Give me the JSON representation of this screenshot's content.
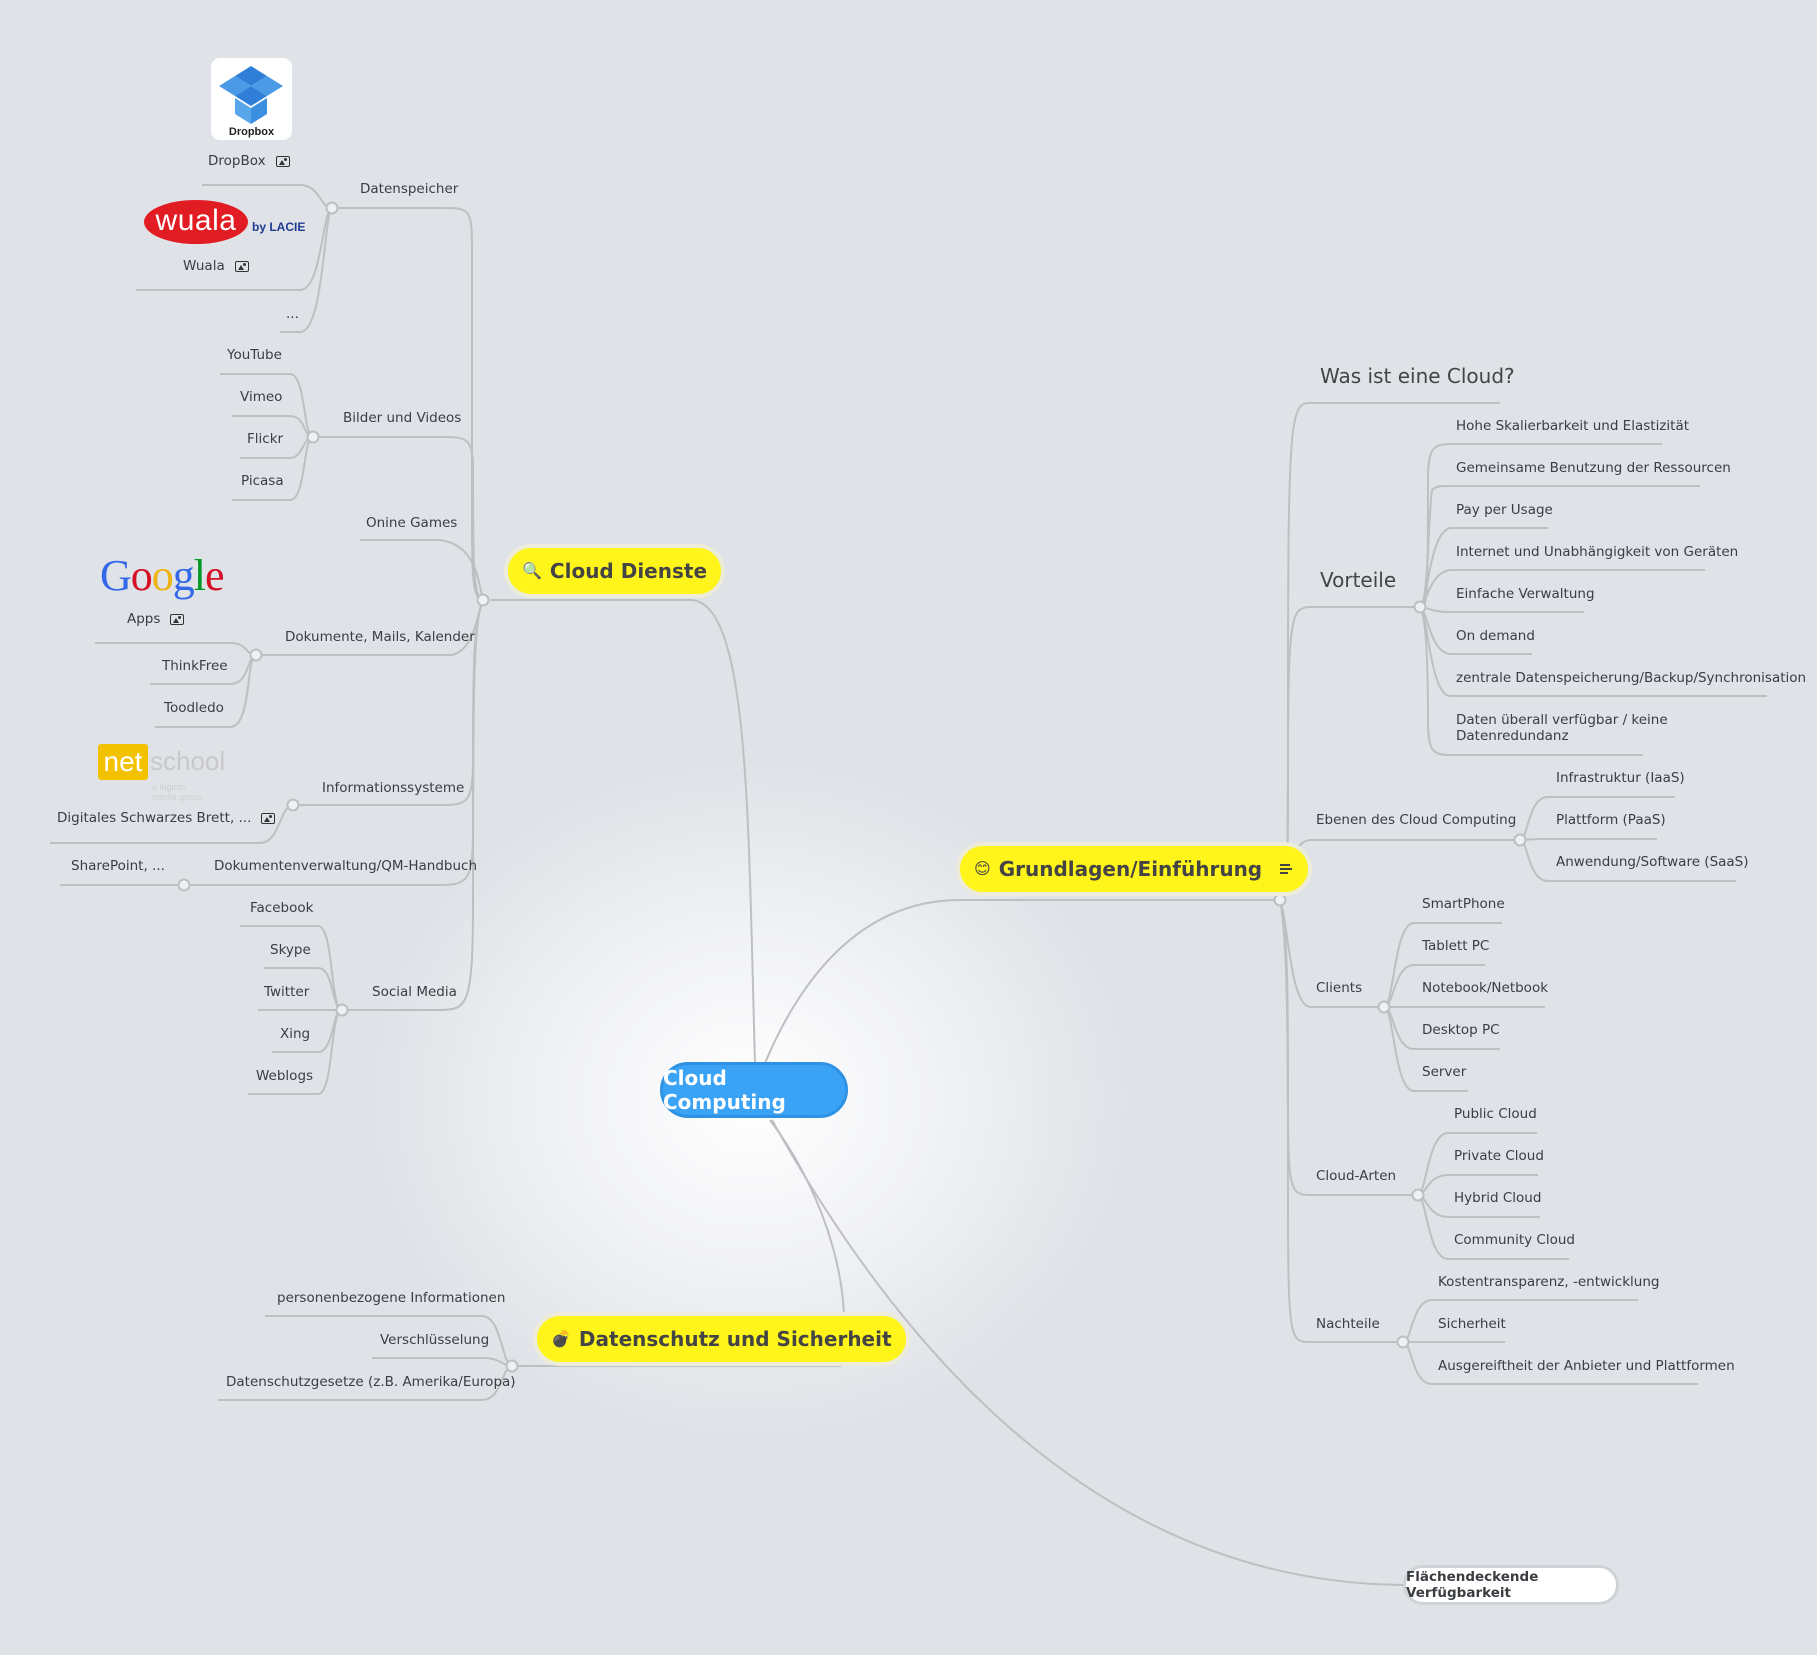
{
  "root": {
    "label": "Cloud Computing"
  },
  "cloud_dienste": {
    "label": "Cloud Dienste",
    "icon": "magnifier-icon",
    "datenspeicher": {
      "label": "Datenspeicher",
      "dropbox": {
        "label": "DropBox",
        "logo_text": "Dropbox"
      },
      "wuala": {
        "label": "Wuala",
        "logo_text": "wuala",
        "logo_by": "by LACIE"
      },
      "more": "..."
    },
    "bilder": {
      "label": "Bilder und Videos",
      "items": [
        "YouTube",
        "Vimeo",
        "Flickr",
        "Picasa"
      ]
    },
    "games": {
      "label": "Onine Games"
    },
    "dokumente": {
      "label": "Dokumente, Mails, Kalender",
      "apps": {
        "label": "Apps",
        "logo_letters": [
          "G",
          "o",
          "o",
          "g",
          "l",
          "e"
        ]
      },
      "items": [
        "ThinkFree",
        "Toodledo"
      ]
    },
    "info": {
      "label": "Informationssysteme",
      "item": "Digitales Schwarzes Brett, ...",
      "logo_box": "net",
      "logo_text": "school",
      "logo_sub": "a loginfo media group"
    },
    "dokverw": {
      "label": "Dokumentenverwaltung/QM-Handbuch",
      "item": "SharePoint, ..."
    },
    "social": {
      "label": "Social Media",
      "items": [
        "Facebook",
        "Skype",
        "Twitter",
        "Xing",
        "Weblogs"
      ]
    }
  },
  "grundlagen": {
    "label": "Grundlagen/Einführung",
    "icon": "smiley-icon",
    "was": "Was ist eine Cloud?",
    "vorteile": {
      "label": "Vorteile",
      "items": [
        "Hohe Skalierbarkeit und Elastizität",
        "Gemeinsame Benutzung der Ressourcen",
        "Pay per Usage",
        "Internet und Unabhängigkeit von Geräten",
        "Einfache Verwaltung",
        "On demand",
        "zentrale Datenspeicherung/Backup/Synchronisation",
        "Daten überall verfügbar / keine",
        "Datenredundanz"
      ]
    },
    "ebenen": {
      "label": "Ebenen des Cloud Computing",
      "items": [
        "Infrastruktur (IaaS)",
        "Plattform (PaaS)",
        "Anwendung/Software (SaaS)"
      ]
    },
    "clients": {
      "label": "Clients",
      "items": [
        "SmartPhone",
        "Tablett PC",
        "Notebook/Netbook",
        "Desktop PC",
        "Server"
      ]
    },
    "arten": {
      "label": "Cloud-Arten",
      "items": [
        "Public Cloud",
        "Private Cloud",
        "Hybrid Cloud",
        "Community Cloud"
      ]
    },
    "nachteile": {
      "label": "Nachteile",
      "items": [
        "Kostentransparenz, -entwicklung",
        "Sicherheit",
        "Ausgereiftheit der Anbieter und Plattformen"
      ]
    }
  },
  "datenschutz": {
    "label": "Datenschutz und Sicherheit",
    "icon": "bomb-icon",
    "items": [
      "personenbezogene Informationen",
      "Verschlüsselung",
      "Datenschutzgesetze (z.B. Amerika/Europa)"
    ]
  },
  "verfuegbarkeit": {
    "label": "Flächendeckende Verfügbarkeit"
  },
  "colors": {
    "background": "#dfe2e7",
    "main_topic": "#fff51a",
    "root": "#3ba3f5",
    "connector": "#bdbfc3"
  }
}
